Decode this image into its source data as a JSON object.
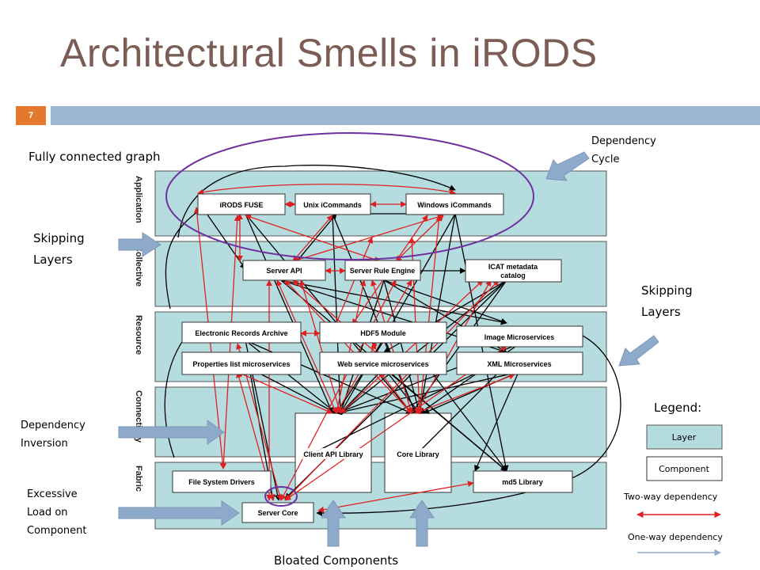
{
  "slide": {
    "title": "Architectural Smells in iRODS",
    "page_number": "7"
  },
  "layers": [
    "Application",
    "Collective",
    "Resource",
    "Connectivity",
    "Fabric"
  ],
  "components": {
    "irods_fuse": "iRODS FUSE",
    "unix_icommands": "Unix iCommands",
    "windows_icommands": "Windows iCommands",
    "server_api": "Server API",
    "server_rule_engine": "Server Rule Engine",
    "icat_line1": "ICAT metadata",
    "icat_line2": "catalog",
    "electronic_records_archive": "Electronic Records Archive",
    "hdf5_module": "HDF5 Module",
    "image_microservices": "Image Microservices",
    "properties_list_microservices": "Properties list microservices",
    "web_service_microservices": "Web service microservices",
    "xml_microservices": "XML Microservices",
    "client_api_library": "Client API Library",
    "core_library": "Core Library",
    "file_system_drivers": "File System Drivers",
    "md5_library": "md5 Library",
    "server_core": "Server Core"
  },
  "annotations": {
    "fully_connected_graph": "Fully connected graph",
    "dependency_cycle_line1": "Dependency",
    "dependency_cycle_line2": "Cycle",
    "skipping_layers_left_line1": "Skipping",
    "skipping_layers_left_line2": "Layers",
    "skipping_layers_right_line1": "Skipping",
    "skipping_layers_right_line2": "Layers",
    "dependency_inversion_line1": "Dependency",
    "dependency_inversion_line2": "Inversion",
    "excessive_load_line1": "Excessive",
    "excessive_load_line2": "Load on",
    "excessive_load_line3": "Component",
    "bloated_components": "Bloated Components"
  },
  "legend": {
    "title": "Legend:",
    "layer": "Layer",
    "component": "Component",
    "two_way": "Two-way dependency",
    "one_way": "One-way dependency"
  },
  "colors": {
    "title_text": "#7b5d55",
    "accent_orange": "#e4782f",
    "header_bar": "#9db7d4",
    "layer_fill": "#b5dde0",
    "two_way_red": "#e02020",
    "callout_arrow": "#8eaacb",
    "highlight_purple": "#7030a0"
  }
}
